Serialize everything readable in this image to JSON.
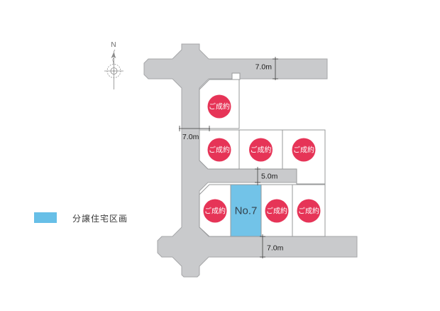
{
  "compass": {
    "north_label": "N"
  },
  "legend": {
    "label": "分譲住宅区画",
    "swatch_color": "#67bfe7"
  },
  "roads": {
    "fill_color": "#c9cacc",
    "north_road": {
      "width_label": "7.0m"
    },
    "west_road": {
      "width_label": "7.0m"
    },
    "center_road": {
      "width_label": "5.0m"
    },
    "south_road": {
      "width_label": "7.0m"
    }
  },
  "lots": {
    "sold_badge_text": "ご成約",
    "sold_badge_color": "#e63457",
    "available_lot": {
      "number": "No.7",
      "fill_color": "#72c3e8",
      "label_color": "#33424d"
    }
  }
}
